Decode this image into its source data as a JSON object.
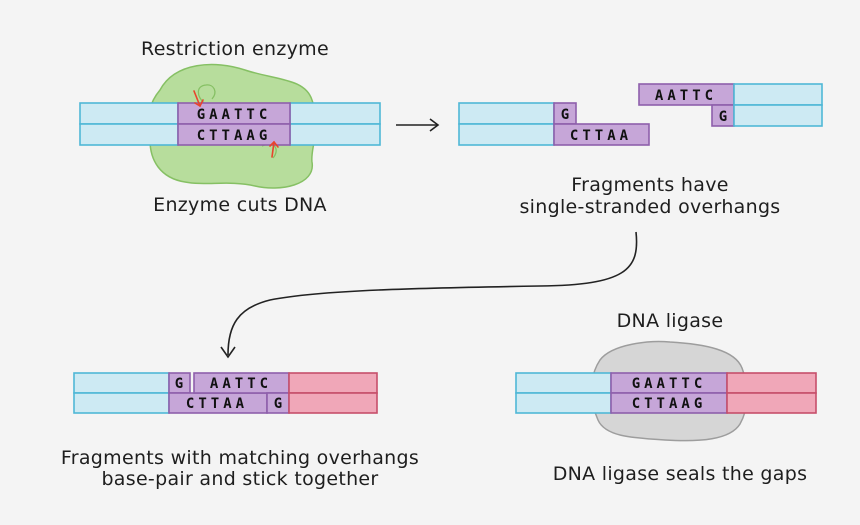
{
  "labels": {
    "restriction_enzyme": "Restriction enzyme",
    "enzyme_cuts": "Enzyme cuts DNA",
    "fragments_line1": "Fragments have",
    "fragments_line2": "single-stranded overhangs",
    "ligase_title": "DNA ligase",
    "matching_line1": "Fragments with matching overhangs",
    "matching_line2": "base-pair and stick together",
    "ligase_seals": "DNA ligase seals the gaps"
  },
  "sequences": {
    "top": "GAATTC",
    "bottom": "CTTAAG",
    "left_fragment_top": "G",
    "left_fragment_bottom": "CTTAA",
    "right_fragment_top": "AATTC",
    "right_fragment_bottom": "G"
  },
  "colors": {
    "dna_blue_fill": "#cdeaf3",
    "dna_blue_stroke": "#4fb7d6",
    "overhang_fill": "#c6a6d8",
    "overhang_stroke": "#8e5fab",
    "dna_pink_fill": "#f0a7b8",
    "dna_pink_stroke": "#c64f6a",
    "enzyme_fill": "#b7dd9c",
    "enzyme_stroke": "#86c064",
    "ligase_fill": "#d6d6d6",
    "ligase_stroke": "#9d9d9d",
    "cut_arrow": "#e8442c"
  }
}
